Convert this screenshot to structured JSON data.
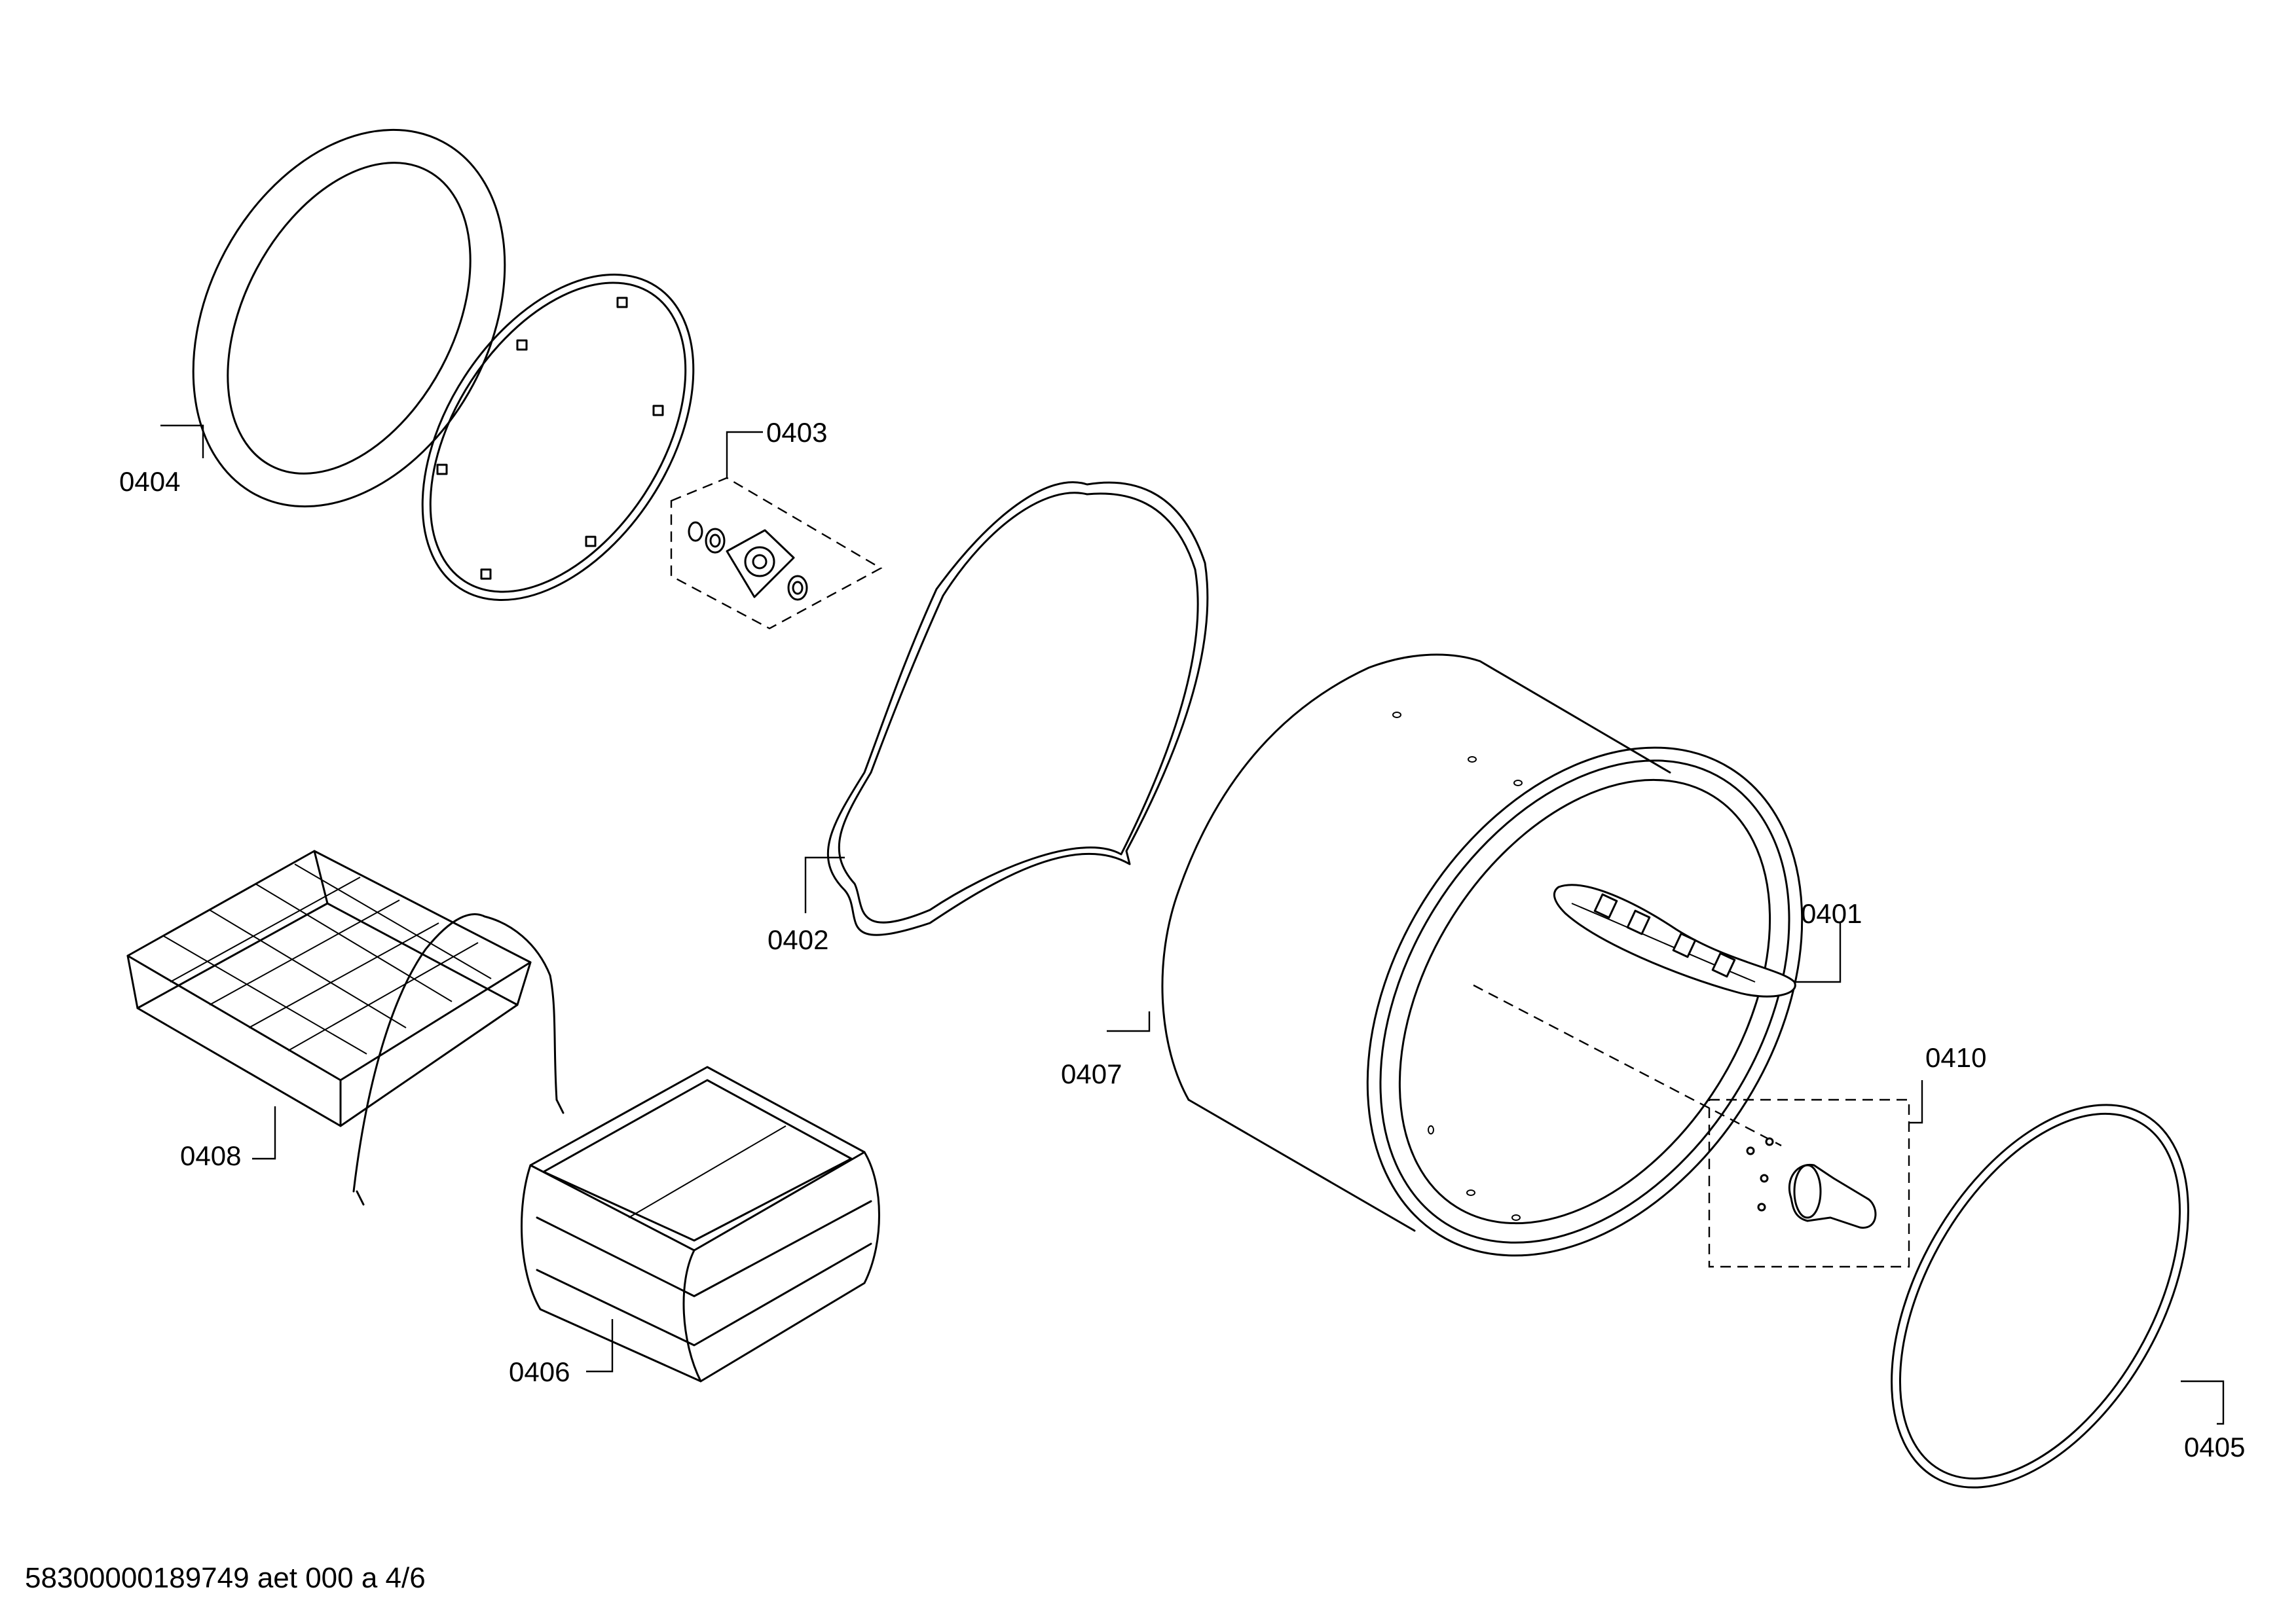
{
  "callouts": {
    "p0401": "0401",
    "p0402": "0402",
    "p0403": "0403",
    "p0404": "0404",
    "p0405": "0405",
    "p0406": "0406",
    "p0407": "0407",
    "p0408": "0408",
    "p0410": "0410"
  },
  "footer": {
    "doc_id": "58300000189749 aet 000 a 4/6"
  }
}
